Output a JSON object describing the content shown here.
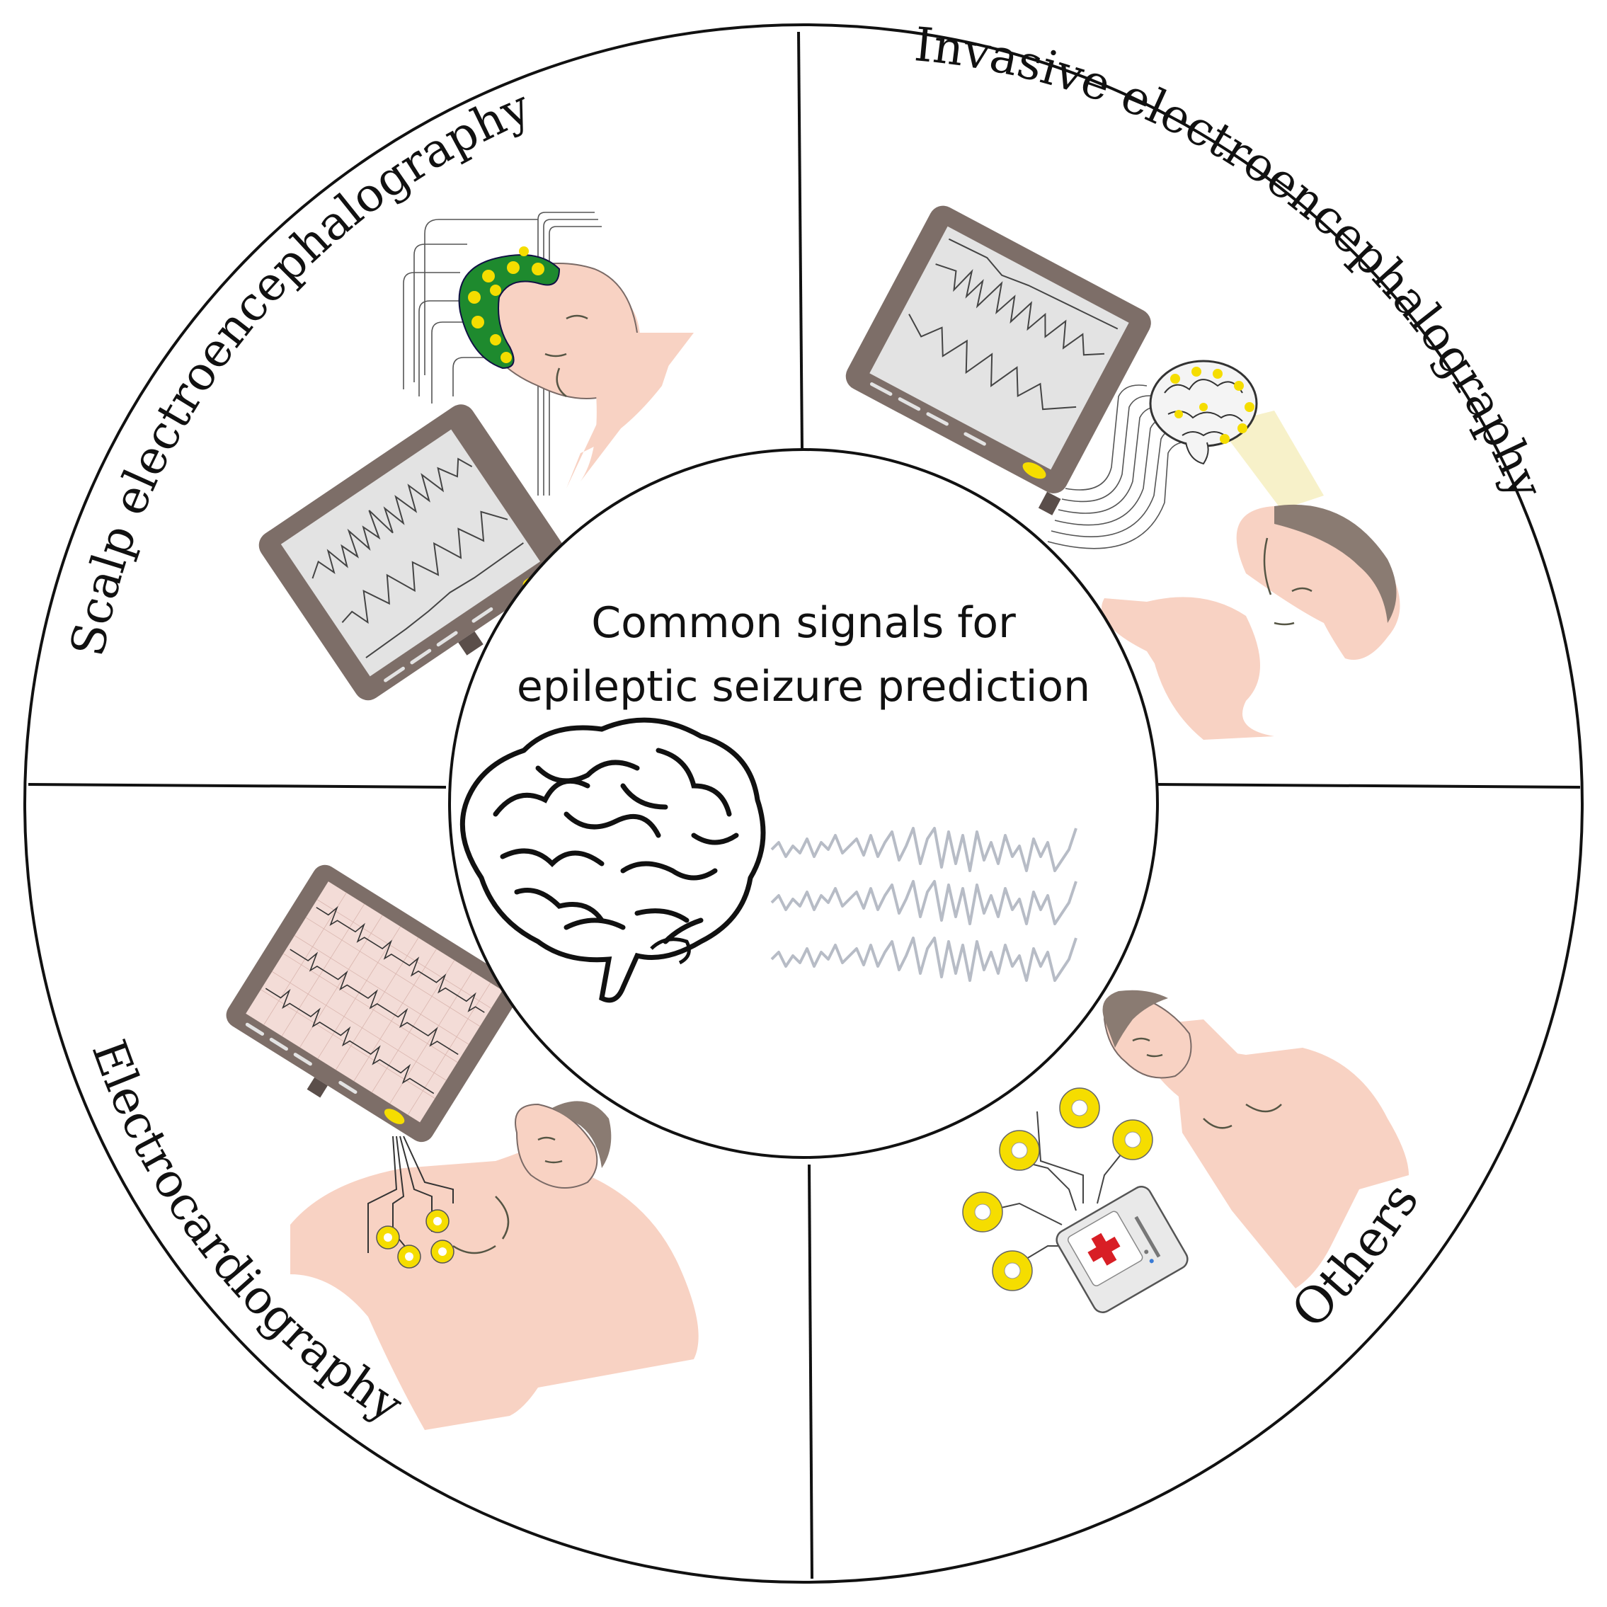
{
  "center": {
    "title_line1": "Common signals for",
    "title_line2": "epileptic seizure prediction"
  },
  "quadrants": {
    "top_left": {
      "label": "Scalp electroencephalography"
    },
    "top_right": {
      "label": "Invasive electroencephalography"
    },
    "bottom_left": {
      "label": "Electrocardiography"
    },
    "bottom_right": {
      "label": "Others"
    }
  },
  "colors": {
    "skin": "#f8d2c3",
    "hair": "#8a7b72",
    "monitor_frame": "#7d6e68",
    "monitor_screen": "#e3e3e3",
    "ecg_screen": "#f3dcd7",
    "eeg_cap": "#1e8a2e",
    "electrode": "#f5dd00",
    "wave": "#b7bcc6",
    "spotlight": "#f7f1c9",
    "device_cross": "#d81e25"
  },
  "icons": [
    "brain-icon",
    "eeg-wave-icon",
    "monitor-icon",
    "patient-head-icon",
    "eeg-cap-icon",
    "electrode-icon",
    "medical-device-icon"
  ]
}
